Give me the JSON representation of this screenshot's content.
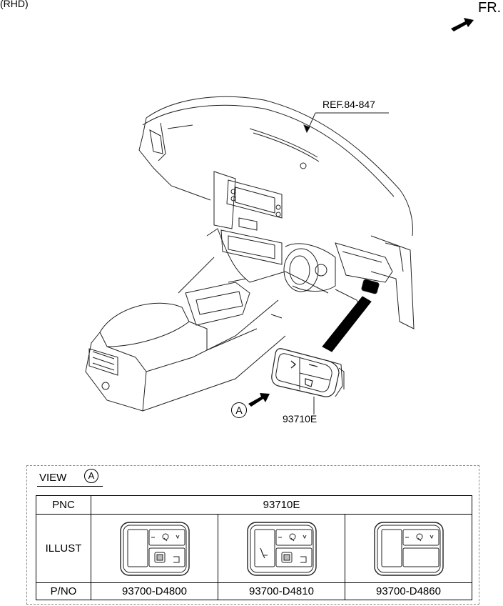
{
  "header": {
    "variant": "(RHD)",
    "direction": "FR."
  },
  "diagram": {
    "ref_label": "REF.84-847",
    "pnc_callout": "93710E",
    "view_marker": "A"
  },
  "view": {
    "title": "VIEW",
    "marker": "A"
  },
  "table": {
    "pnc_header": "PNC",
    "pnc_value": "93710E",
    "illust_header": "ILLUST",
    "pno_header": "P/NO",
    "parts": [
      {
        "pno": "93700-D4800",
        "icon": "switch-panel-with-fold-button"
      },
      {
        "pno": "93700-D4810",
        "icon": "switch-panel-with-seat-heater-and-fold-button"
      },
      {
        "pno": "93700-D4860",
        "icon": "switch-panel-mirror-only"
      }
    ]
  }
}
